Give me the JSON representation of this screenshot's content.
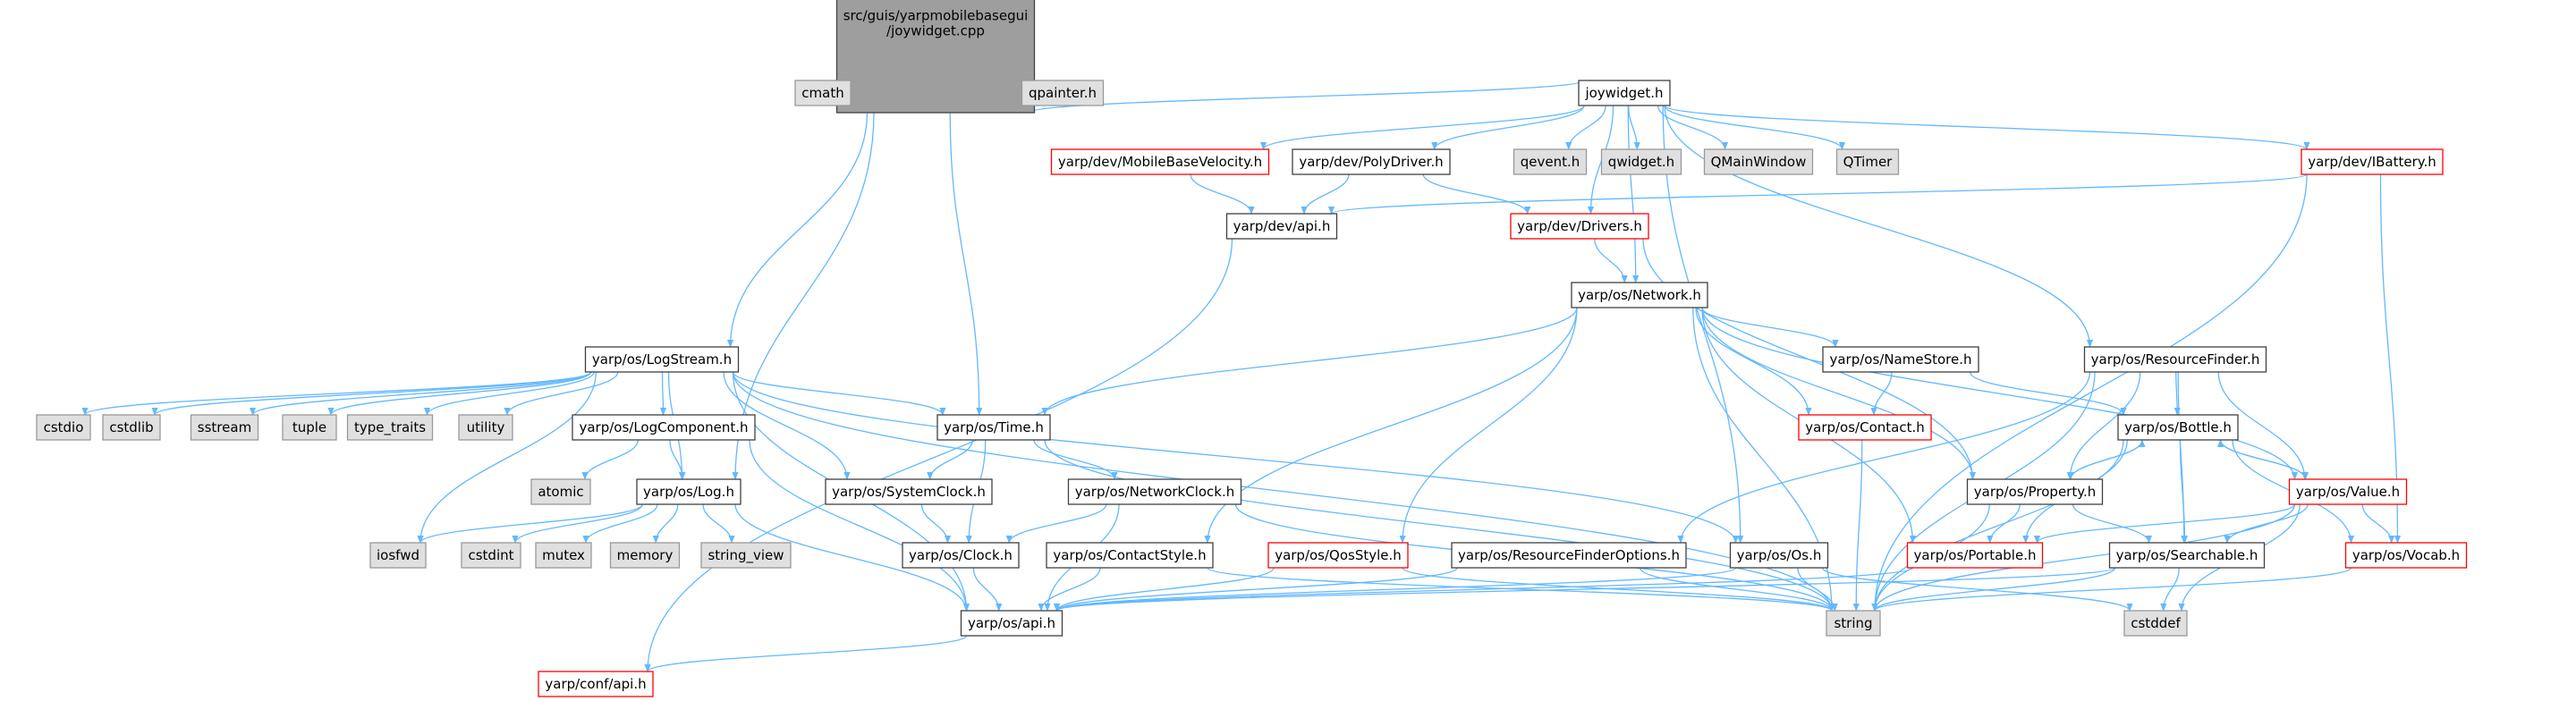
{
  "colors": {
    "edge": "#63B8FF",
    "node_border": "#404040",
    "node_fill": "#ffffff",
    "root_fill": "#9e9e9e",
    "system_fill": "#e0e0e0",
    "system_border": "#999999",
    "truncated_border": "#ff0000"
  },
  "nodes": [
    {
      "id": "root",
      "lines": [
        "src/guis/yarpmobilebasegui",
        "/joywidget.cpp"
      ],
      "kind": "root"
    },
    {
      "id": "cmath",
      "lines": [
        "cmath"
      ],
      "kind": "system"
    },
    {
      "id": "qpainter",
      "lines": [
        "qpainter.h"
      ],
      "kind": "system"
    },
    {
      "id": "joywidget",
      "lines": [
        "joywidget.h"
      ],
      "kind": "normal"
    },
    {
      "id": "mbv",
      "lines": [
        "yarp/dev/MobileBaseVelocity.h"
      ],
      "kind": "truncated"
    },
    {
      "id": "polydriver",
      "lines": [
        "yarp/dev/PolyDriver.h"
      ],
      "kind": "normal"
    },
    {
      "id": "qevent",
      "lines": [
        "qevent.h"
      ],
      "kind": "system"
    },
    {
      "id": "qwidget",
      "lines": [
        "qwidget.h"
      ],
      "kind": "system"
    },
    {
      "id": "qmainwindow",
      "lines": [
        "QMainWindow"
      ],
      "kind": "system"
    },
    {
      "id": "qtimer",
      "lines": [
        "QTimer"
      ],
      "kind": "system"
    },
    {
      "id": "ibattery",
      "lines": [
        "yarp/dev/IBattery.h"
      ],
      "kind": "truncated"
    },
    {
      "id": "devapi",
      "lines": [
        "yarp/dev/api.h"
      ],
      "kind": "normal"
    },
    {
      "id": "drivers",
      "lines": [
        "yarp/dev/Drivers.h"
      ],
      "kind": "truncated"
    },
    {
      "id": "network",
      "lines": [
        "yarp/os/Network.h"
      ],
      "kind": "normal"
    },
    {
      "id": "logstream",
      "lines": [
        "yarp/os/LogStream.h"
      ],
      "kind": "normal"
    },
    {
      "id": "resourcefinder",
      "lines": [
        "yarp/os/ResourceFinder.h"
      ],
      "kind": "normal"
    },
    {
      "id": "namestore",
      "lines": [
        "yarp/os/NameStore.h"
      ],
      "kind": "normal"
    },
    {
      "id": "cstdio",
      "lines": [
        "cstdio"
      ],
      "kind": "system"
    },
    {
      "id": "cstdlib",
      "lines": [
        "cstdlib"
      ],
      "kind": "system"
    },
    {
      "id": "sstream",
      "lines": [
        "sstream"
      ],
      "kind": "system"
    },
    {
      "id": "tuple",
      "lines": [
        "tuple"
      ],
      "kind": "system"
    },
    {
      "id": "type_traits",
      "lines": [
        "type_traits"
      ],
      "kind": "system"
    },
    {
      "id": "utility",
      "lines": [
        "utility"
      ],
      "kind": "system"
    },
    {
      "id": "logcomponent",
      "lines": [
        "yarp/os/LogComponent.h"
      ],
      "kind": "normal"
    },
    {
      "id": "time",
      "lines": [
        "yarp/os/Time.h"
      ],
      "kind": "normal"
    },
    {
      "id": "contact",
      "lines": [
        "yarp/os/Contact.h"
      ],
      "kind": "truncated"
    },
    {
      "id": "bottle",
      "lines": [
        "yarp/os/Bottle.h"
      ],
      "kind": "normal"
    },
    {
      "id": "atomic",
      "lines": [
        "atomic"
      ],
      "kind": "system"
    },
    {
      "id": "log",
      "lines": [
        "yarp/os/Log.h"
      ],
      "kind": "normal"
    },
    {
      "id": "systemclock",
      "lines": [
        "yarp/os/SystemClock.h"
      ],
      "kind": "normal"
    },
    {
      "id": "networkclock",
      "lines": [
        "yarp/os/NetworkClock.h"
      ],
      "kind": "normal"
    },
    {
      "id": "property",
      "lines": [
        "yarp/os/Property.h"
      ],
      "kind": "normal"
    },
    {
      "id": "value",
      "lines": [
        "yarp/os/Value.h"
      ],
      "kind": "truncated"
    },
    {
      "id": "iosfwd",
      "lines": [
        "iosfwd"
      ],
      "kind": "system"
    },
    {
      "id": "cstdint",
      "lines": [
        "cstdint"
      ],
      "kind": "system"
    },
    {
      "id": "mutex",
      "lines": [
        "mutex"
      ],
      "kind": "system"
    },
    {
      "id": "memory",
      "lines": [
        "memory"
      ],
      "kind": "system"
    },
    {
      "id": "string_view",
      "lines": [
        "string_view"
      ],
      "kind": "system"
    },
    {
      "id": "clock",
      "lines": [
        "yarp/os/Clock.h"
      ],
      "kind": "normal"
    },
    {
      "id": "contactstyle",
      "lines": [
        "yarp/os/ContactStyle.h"
      ],
      "kind": "normal"
    },
    {
      "id": "qosstyle",
      "lines": [
        "yarp/os/QosStyle.h"
      ],
      "kind": "truncated"
    },
    {
      "id": "rfoptions",
      "lines": [
        "yarp/os/ResourceFinderOptions.h"
      ],
      "kind": "normal"
    },
    {
      "id": "osh",
      "lines": [
        "yarp/os/Os.h"
      ],
      "kind": "normal"
    },
    {
      "id": "portable",
      "lines": [
        "yarp/os/Portable.h"
      ],
      "kind": "truncated"
    },
    {
      "id": "searchable",
      "lines": [
        "yarp/os/Searchable.h"
      ],
      "kind": "normal"
    },
    {
      "id": "vocab",
      "lines": [
        "yarp/os/Vocab.h"
      ],
      "kind": "truncated"
    },
    {
      "id": "osapi",
      "lines": [
        "yarp/os/api.h"
      ],
      "kind": "normal"
    },
    {
      "id": "string",
      "lines": [
        "string"
      ],
      "kind": "system"
    },
    {
      "id": "cstddef",
      "lines": [
        "cstddef"
      ],
      "kind": "system"
    },
    {
      "id": "confapi",
      "lines": [
        "yarp/conf/api.h"
      ],
      "kind": "truncated"
    }
  ],
  "edges": [
    [
      "root",
      "cmath"
    ],
    [
      "root",
      "qpainter"
    ],
    [
      "root",
      "joywidget"
    ],
    [
      "root",
      "logstream"
    ],
    [
      "root",
      "log"
    ],
    [
      "root",
      "time"
    ],
    [
      "joywidget",
      "mbv"
    ],
    [
      "joywidget",
      "polydriver"
    ],
    [
      "joywidget",
      "qevent"
    ],
    [
      "joywidget",
      "qwidget"
    ],
    [
      "joywidget",
      "qmainwindow"
    ],
    [
      "joywidget",
      "qtimer"
    ],
    [
      "joywidget",
      "ibattery"
    ],
    [
      "joywidget",
      "drivers"
    ],
    [
      "joywidget",
      "network"
    ],
    [
      "joywidget",
      "resourcefinder"
    ],
    [
      "joywidget",
      "osh"
    ],
    [
      "mbv",
      "devapi"
    ],
    [
      "polydriver",
      "devapi"
    ],
    [
      "polydriver",
      "drivers"
    ],
    [
      "ibattery",
      "devapi"
    ],
    [
      "ibattery",
      "vocab"
    ],
    [
      "ibattery",
      "string"
    ],
    [
      "devapi",
      "confapi"
    ],
    [
      "drivers",
      "network"
    ],
    [
      "drivers",
      "property"
    ],
    [
      "network",
      "time"
    ],
    [
      "network",
      "namestore"
    ],
    [
      "network",
      "contact"
    ],
    [
      "network",
      "property"
    ],
    [
      "network",
      "value"
    ],
    [
      "network",
      "portable"
    ],
    [
      "network",
      "qosstyle"
    ],
    [
      "network",
      "contactstyle"
    ],
    [
      "network",
      "string"
    ],
    [
      "logstream",
      "cstdio"
    ],
    [
      "logstream",
      "cstdlib"
    ],
    [
      "logstream",
      "sstream"
    ],
    [
      "logstream",
      "tuple"
    ],
    [
      "logstream",
      "type_traits"
    ],
    [
      "logstream",
      "utility"
    ],
    [
      "logstream",
      "logcomponent"
    ],
    [
      "logstream",
      "log"
    ],
    [
      "logstream",
      "time"
    ],
    [
      "logstream",
      "systemclock"
    ],
    [
      "logstream",
      "iosfwd"
    ],
    [
      "logstream",
      "osapi"
    ],
    [
      "logstream",
      "osh"
    ],
    [
      "logstream",
      "string"
    ],
    [
      "logcomponent",
      "atomic"
    ],
    [
      "logcomponent",
      "log"
    ],
    [
      "logcomponent",
      "osapi"
    ],
    [
      "log",
      "iosfwd"
    ],
    [
      "log",
      "cstdint"
    ],
    [
      "log",
      "mutex"
    ],
    [
      "log",
      "memory"
    ],
    [
      "log",
      "string_view"
    ],
    [
      "log",
      "osapi"
    ],
    [
      "time",
      "systemclock"
    ],
    [
      "time",
      "networkclock"
    ],
    [
      "time",
      "clock"
    ],
    [
      "time",
      "string"
    ],
    [
      "systemclock",
      "clock"
    ],
    [
      "networkclock",
      "clock"
    ],
    [
      "networkclock",
      "osapi"
    ],
    [
      "networkclock",
      "string"
    ],
    [
      "clock",
      "osapi"
    ],
    [
      "contactstyle",
      "osapi"
    ],
    [
      "contactstyle",
      "string"
    ],
    [
      "qosstyle",
      "osapi"
    ],
    [
      "qosstyle",
      "string"
    ],
    [
      "rfoptions",
      "osapi"
    ],
    [
      "rfoptions",
      "string"
    ],
    [
      "osh",
      "osapi"
    ],
    [
      "osh",
      "string"
    ],
    [
      "osh",
      "cstddef"
    ],
    [
      "namestore",
      "contact"
    ],
    [
      "namestore",
      "bottle"
    ],
    [
      "contact",
      "string"
    ],
    [
      "resourcefinder",
      "bottle"
    ],
    [
      "resourcefinder",
      "property"
    ],
    [
      "resourcefinder",
      "value"
    ],
    [
      "resourcefinder",
      "searchable"
    ],
    [
      "resourcefinder",
      "rfoptions"
    ],
    [
      "resourcefinder",
      "string"
    ],
    [
      "bottle",
      "property"
    ],
    [
      "bottle",
      "value"
    ],
    [
      "bottle",
      "searchable"
    ],
    [
      "bottle",
      "portable"
    ],
    [
      "bottle",
      "vocab"
    ],
    [
      "bottle",
      "string"
    ],
    [
      "property",
      "bottle"
    ],
    [
      "property",
      "portable"
    ],
    [
      "property",
      "searchable"
    ],
    [
      "property",
      "string"
    ],
    [
      "value",
      "bottle"
    ],
    [
      "value",
      "portable"
    ],
    [
      "value",
      "searchable"
    ],
    [
      "value",
      "vocab"
    ],
    [
      "value",
      "string"
    ],
    [
      "value",
      "cstddef"
    ],
    [
      "portable",
      "osapi"
    ],
    [
      "searchable",
      "osapi"
    ],
    [
      "searchable",
      "string"
    ],
    [
      "searchable",
      "cstddef"
    ],
    [
      "vocab",
      "string"
    ],
    [
      "osapi",
      "confapi"
    ]
  ]
}
